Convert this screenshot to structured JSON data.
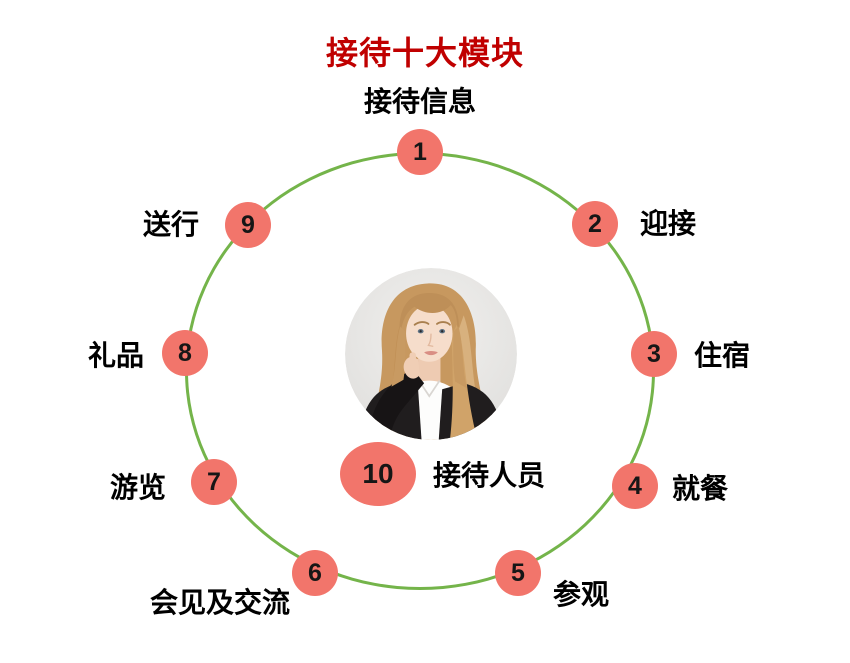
{
  "title": {
    "text": "接待十大模块"
  },
  "diagram": {
    "center": {
      "number": "10",
      "label": "接待人员"
    },
    "nodes": [
      {
        "number": "1",
        "label": "接待信息"
      },
      {
        "number": "2",
        "label": "迎接"
      },
      {
        "number": "3",
        "label": "住宿"
      },
      {
        "number": "4",
        "label": "就餐"
      },
      {
        "number": "5",
        "label": "参观"
      },
      {
        "number": "6",
        "label": "会见及交流"
      },
      {
        "number": "7",
        "label": "游览"
      },
      {
        "number": "8",
        "label": "礼品"
      },
      {
        "number": "9",
        "label": "送行"
      }
    ],
    "photo": {
      "description": "receptionist-portrait"
    }
  },
  "colors": {
    "title": "#C00000",
    "node_fill": "#F2756B",
    "ring_stroke": "#74B44A",
    "label": "#000000",
    "number": "#161616"
  }
}
